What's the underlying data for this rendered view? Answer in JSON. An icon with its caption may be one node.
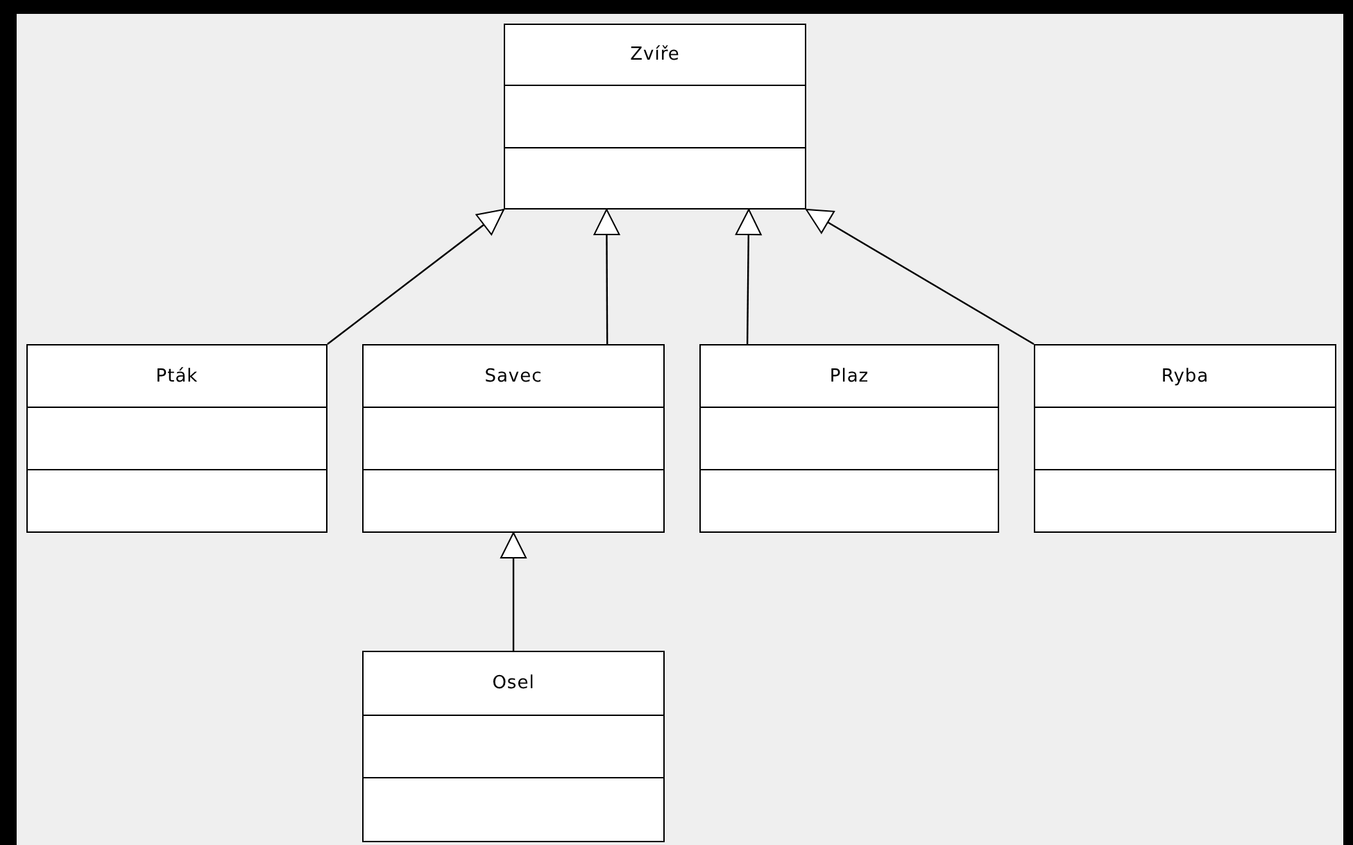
{
  "diagram": {
    "nodes": [
      {
        "text": [
          "Zvíře"
        ]
      },
      {
        "text": [
          "Pták"
        ]
      },
      {
        "text": [
          "Savec"
        ]
      },
      {
        "text": [
          "Plaz"
        ]
      },
      {
        "text": [
          "Ryba"
        ]
      },
      {
        "text": [
          "Osel"
        ]
      }
    ],
    "edges": [
      {
        "from": 1,
        "to": 0,
        "arrow": "to"
      },
      {
        "from": 2,
        "to": 0,
        "arrow": "to"
      },
      {
        "from": 3,
        "to": 0,
        "arrow": "to"
      },
      {
        "from": 4,
        "to": 0,
        "arrow": "to"
      },
      {
        "from": 5,
        "to": 2,
        "arrow": "to"
      }
    ]
  }
}
